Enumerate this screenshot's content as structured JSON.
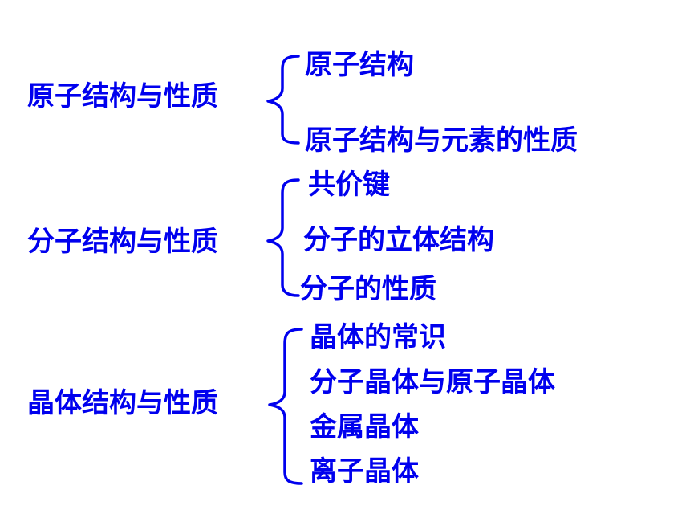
{
  "theme": {
    "text_color": "#0000ee",
    "brace_color": "#0000ee",
    "background": "#ffffff"
  },
  "groups": [
    {
      "title": "原子结构与性质",
      "items": [
        "原子结构",
        "原子结构与元素的性质"
      ]
    },
    {
      "title": "分子结构与性质",
      "items": [
        "共价键",
        "分子的立体结构",
        "分子的性质"
      ]
    },
    {
      "title": "晶体结构与性质",
      "items": [
        "晶体的常识",
        "分子晶体与原子晶体",
        "金属晶体",
        "离子晶体"
      ]
    }
  ]
}
